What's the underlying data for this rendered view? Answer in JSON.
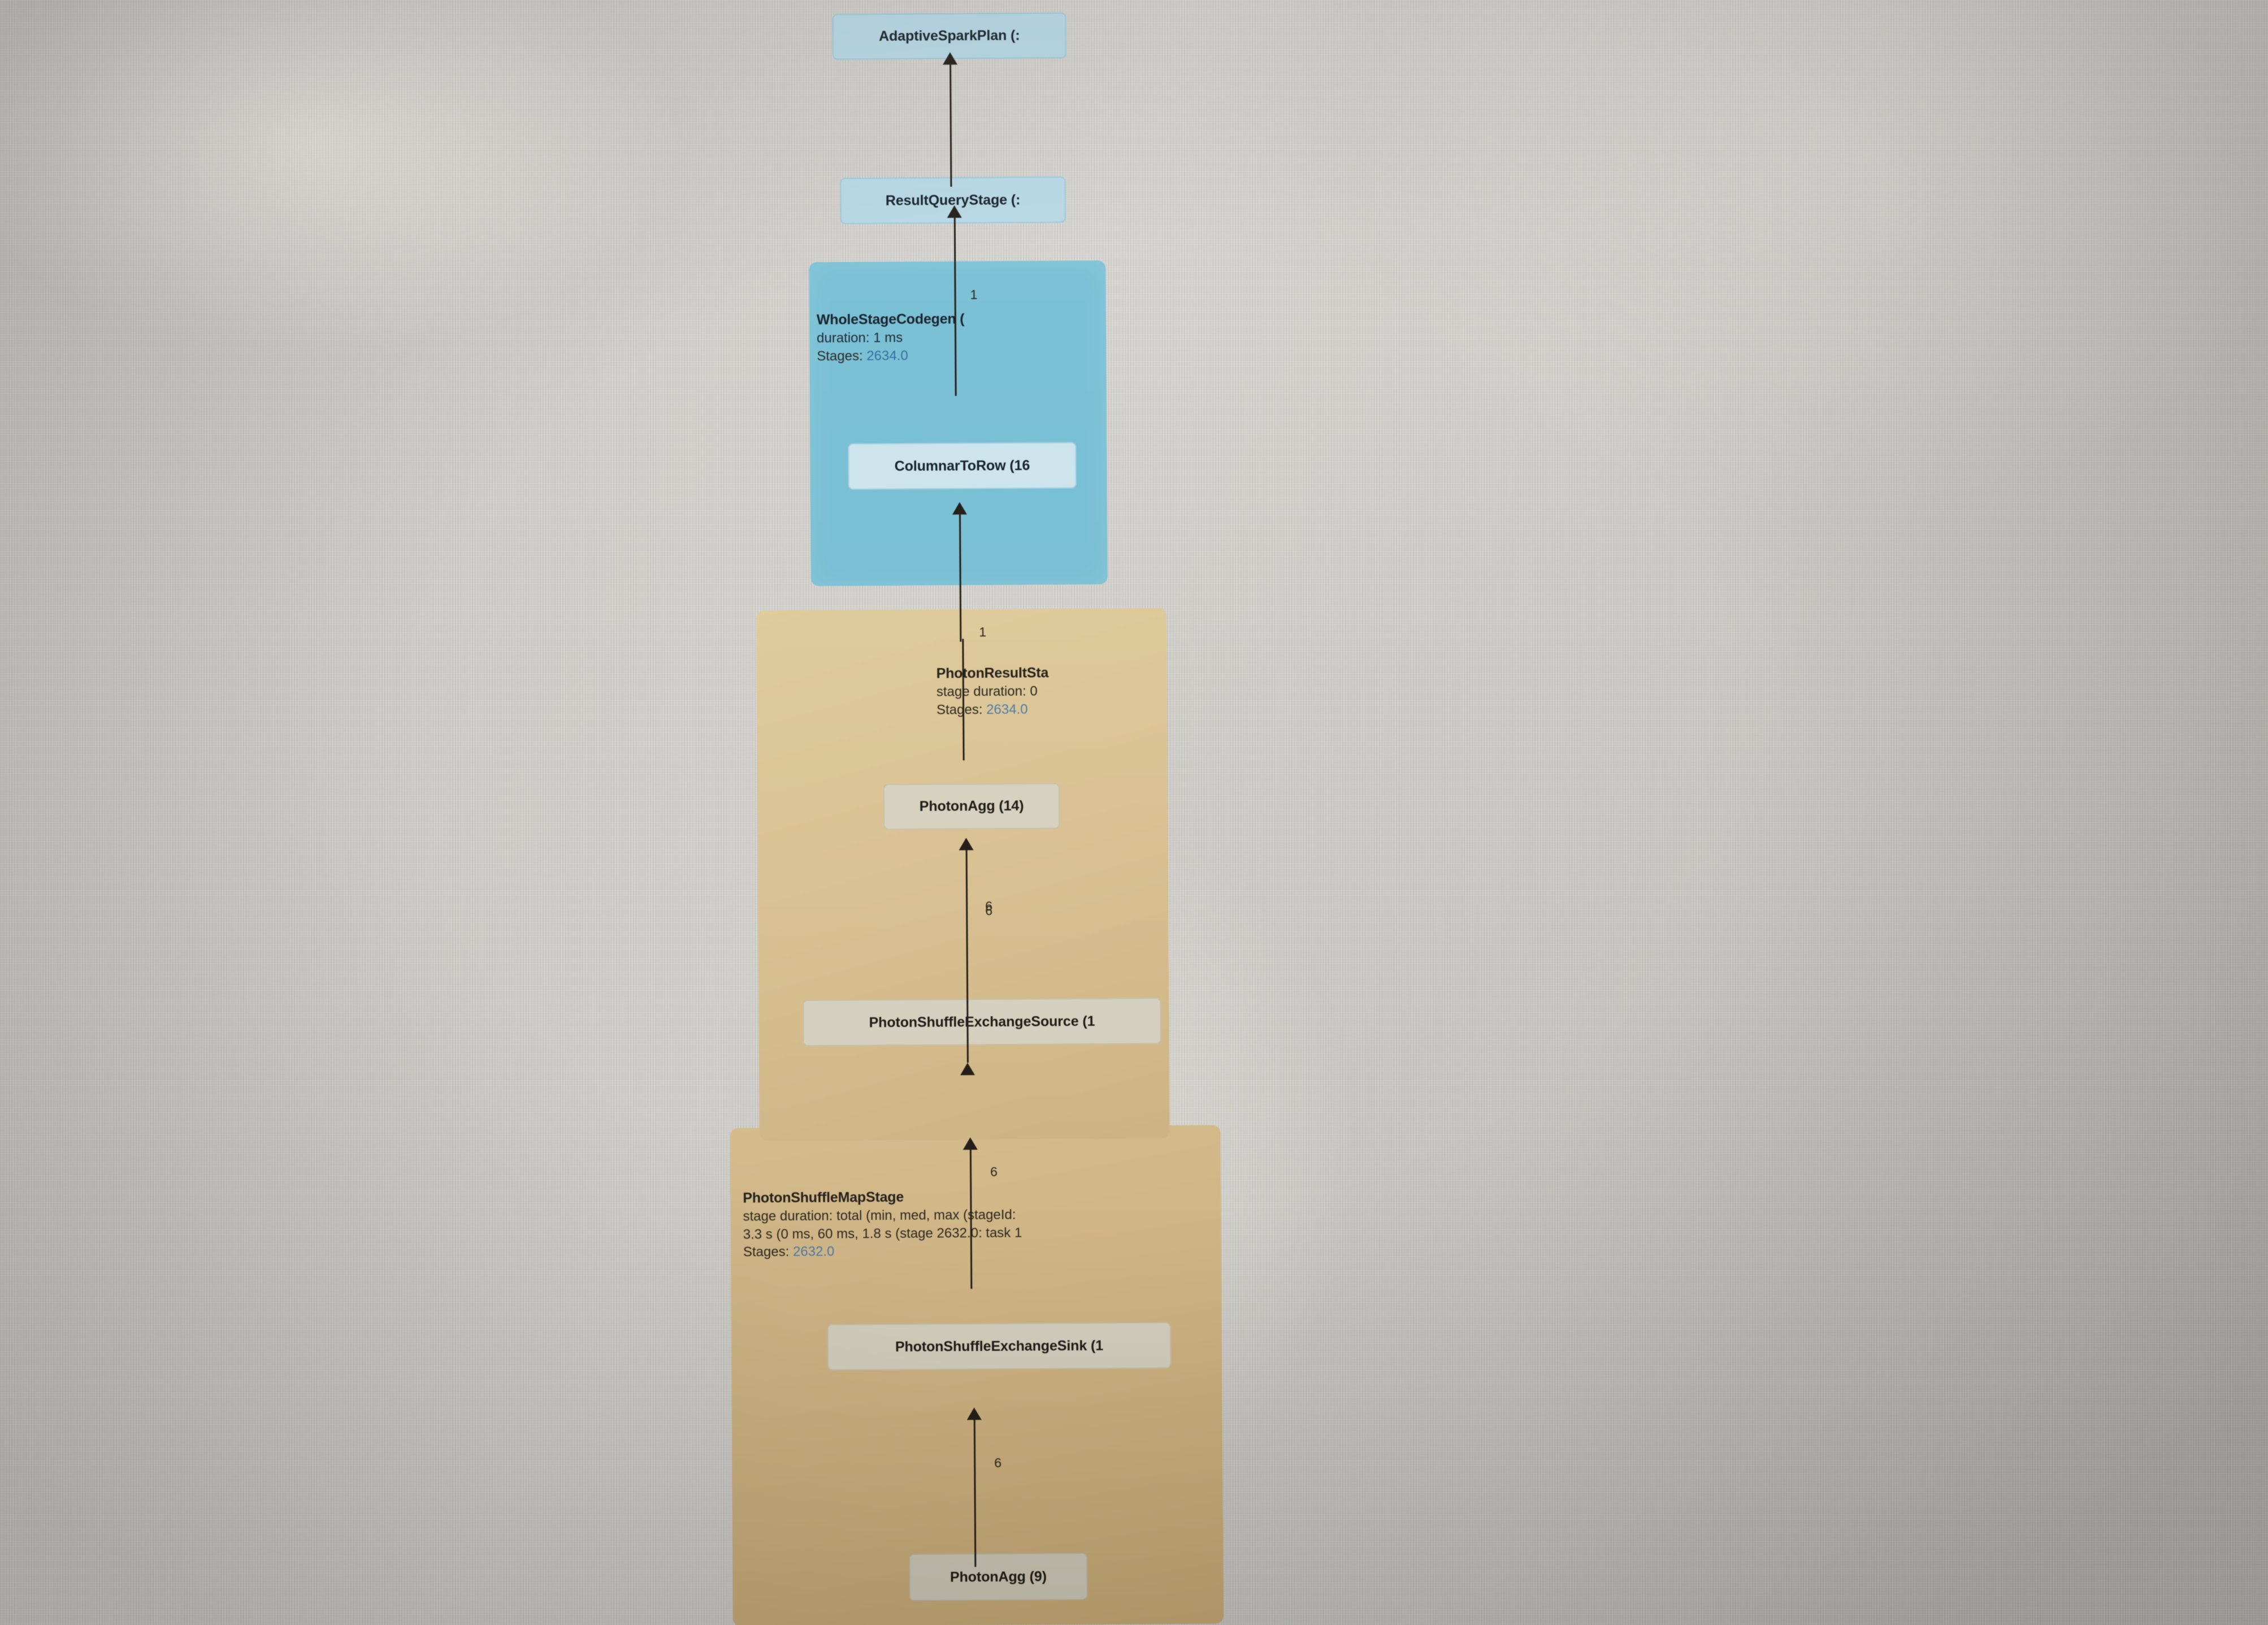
{
  "app": {
    "view_name": "Spark SQL Query Plan DAG",
    "background_color": "#cfcdc9"
  },
  "colors": {
    "stage_blue_fill": "#77c4db",
    "stage_orange_fill": "#e2c894",
    "node_blue_fill": "#b9dceb",
    "node_blue_inner_fill": "#cfe8f2",
    "node_tan_fill": "#ded8c5",
    "edge_color": "#221d16",
    "stage_link_color": "#4a7fb5"
  },
  "nodes": {
    "adaptive_spark_plan": {
      "label": "AdaptiveSparkPlan (:"
    },
    "result_query_stage": {
      "label": "ResultQueryStage (:"
    },
    "columnar_to_row": {
      "label": "ColumnarToRow (16"
    },
    "photon_agg_14": {
      "label": "PhotonAgg (14)"
    },
    "photon_shuffle_exchange_source": {
      "label": "PhotonShuffleExchangeSource (1"
    },
    "photon_shuffle_exchange_sink": {
      "label": "PhotonShuffleExchangeSink (1"
    },
    "photon_agg_9": {
      "label": "PhotonAgg (9)"
    }
  },
  "clusters": {
    "whole_stage_codegen": {
      "title": "WholeStageCodegen (",
      "metric": "duration: 1 ms",
      "stages_label": "Stages: ",
      "stages_value": "2634.0"
    },
    "photon_result_stage": {
      "title": "PhotonResultSta",
      "metric": "stage duration: 0 ",
      "stages_label": "Stages: ",
      "stages_value": "2634.0"
    },
    "photon_shuffle_map_stage": {
      "title": "PhotonShuffleMapStage",
      "metric_line_1": "stage duration: total (min, med, max (stageId:",
      "metric_line_2": "3.3 s (0 ms, 60 ms, 1.8 s (stage 2632.0: task 1",
      "stages_label": "Stages: ",
      "stages_value": "2632.0"
    }
  },
  "edges": [
    {
      "id": "e-rqs-asp",
      "from": "result_query_stage",
      "to": "adaptive_spark_plan",
      "label": ""
    },
    {
      "id": "e-wsc-rqs",
      "from": "whole_stage_codegen",
      "to": "result_query_stage",
      "label": "1"
    },
    {
      "id": "e-ctr-wsc",
      "from": "columnar_to_row",
      "to": "whole_stage_codegen",
      "label": ""
    },
    {
      "id": "e-prs-ctr",
      "from": "photon_result_stage",
      "to": "columnar_to_row",
      "label": "1"
    },
    {
      "id": "e-pa14-prs",
      "from": "photon_agg_14",
      "to": "photon_result_stage",
      "label": ""
    },
    {
      "id": "e-psource-pa14",
      "from": "photon_shuffle_exchange_source",
      "to": "photon_agg_14",
      "label": "6"
    },
    {
      "id": "e-psms-psource",
      "from": "photon_shuffle_map_stage",
      "to": "photon_shuffle_exchange_source",
      "label": "6"
    },
    {
      "id": "e-psink-psms",
      "from": "photon_shuffle_exchange_sink",
      "to": "photon_shuffle_map_stage",
      "label": "6"
    },
    {
      "id": "e-pa9-psink",
      "from": "photon_agg_9",
      "to": "photon_shuffle_exchange_sink",
      "label": "6"
    }
  ]
}
